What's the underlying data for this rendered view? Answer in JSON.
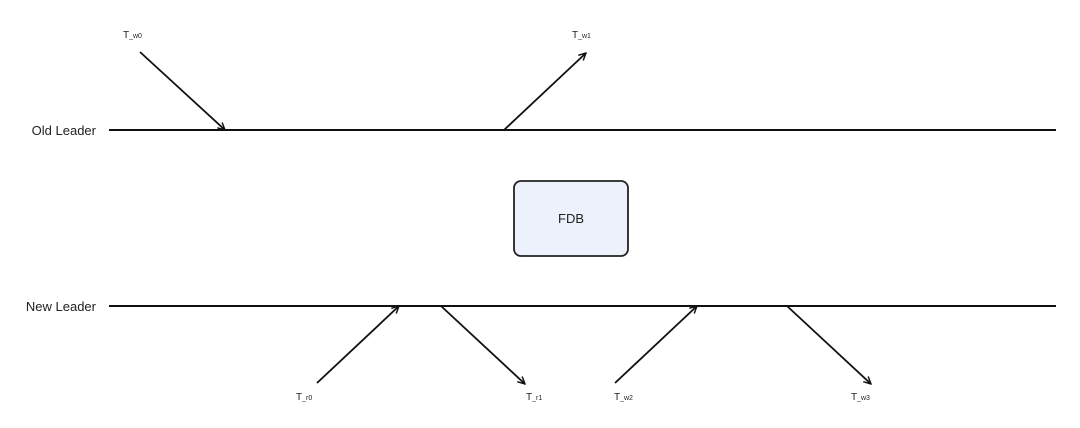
{
  "colors": {
    "line": "#111111",
    "box_fill": "#edf1fb",
    "box_stroke": "#222222",
    "text": "#222222"
  },
  "lanes": {
    "old_leader": "Old Leader",
    "new_leader": "New Leader"
  },
  "fdb_box": {
    "label": "FDB"
  },
  "events": {
    "w0": {
      "main": "T",
      "sub": "_w0"
    },
    "w1": {
      "main": "T",
      "sub": "_w1"
    },
    "r0": {
      "main": "T",
      "sub": "_r0"
    },
    "r1": {
      "main": "T",
      "sub": "_r1"
    },
    "w2": {
      "main": "T",
      "sub": "_w2"
    },
    "w3": {
      "main": "T",
      "sub": "_w3"
    }
  }
}
